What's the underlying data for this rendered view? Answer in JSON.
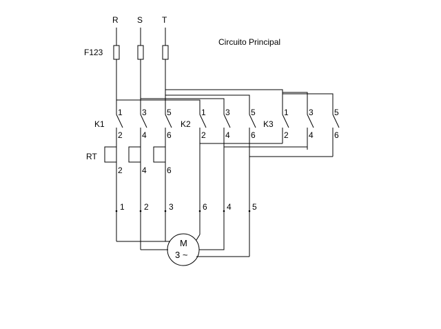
{
  "phases": [
    "R",
    "S",
    "T"
  ],
  "fuse_label": "F123",
  "title": "Circuito Principal",
  "contactors": [
    {
      "label": "K1",
      "top": [
        "1",
        "3",
        "5"
      ],
      "bottom": [
        "2",
        "4",
        "6"
      ]
    },
    {
      "label": "K2",
      "top": [
        "1",
        "3",
        "5"
      ],
      "bottom": [
        "2",
        "4",
        "6"
      ]
    },
    {
      "label": "K3",
      "top": [
        "1",
        "3",
        "5"
      ],
      "bottom": [
        "2",
        "4",
        "6"
      ]
    }
  ],
  "relay": {
    "label": "RT",
    "terminals": [
      "2",
      "4",
      "6"
    ]
  },
  "motor_terminals": [
    "1",
    "2",
    "3",
    "6",
    "4",
    "5"
  ],
  "motor": {
    "line1": "M",
    "line2": "3 ~"
  }
}
